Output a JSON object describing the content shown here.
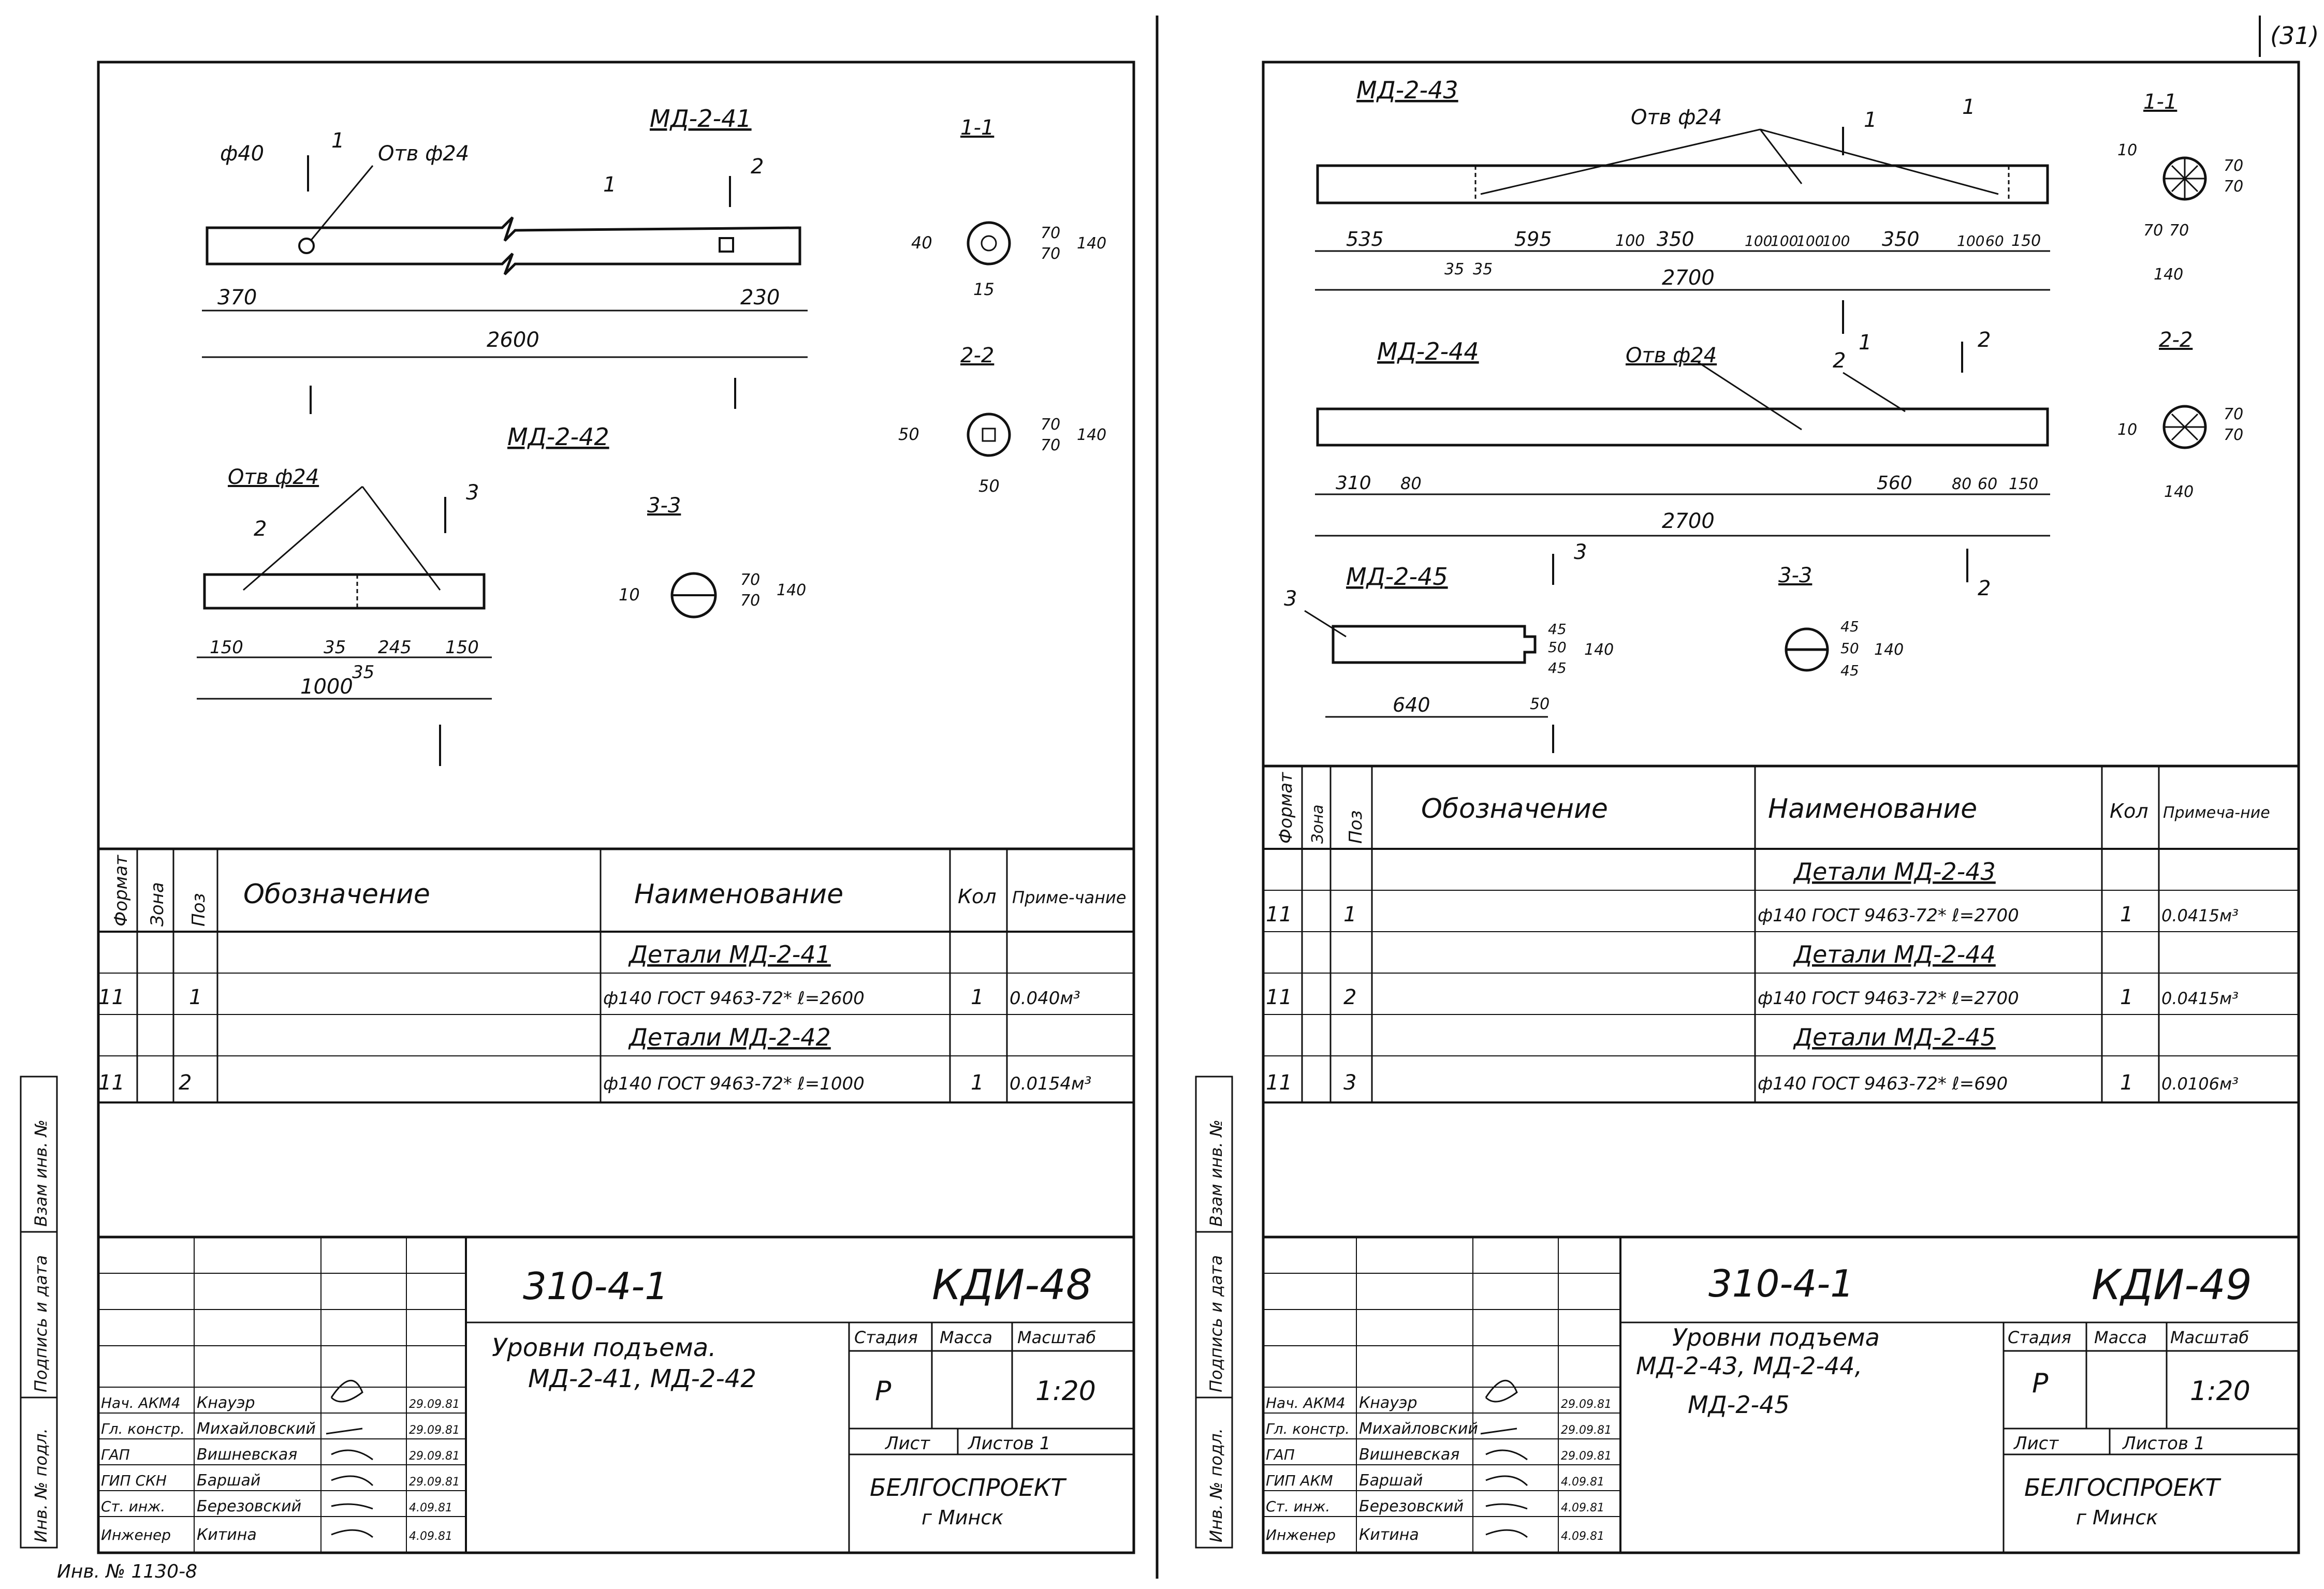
{
  "corner_number": "(31)",
  "inventory_note": "Инв. № 1130-8",
  "sheets": [
    {
      "id": "left",
      "drawings": {
        "md41": {
          "mark": "МД-2-41",
          "hole_diam": "ф40",
          "hole_label": "Отв ф24",
          "cut_1": "1",
          "cut_2": "2",
          "pos": "1",
          "dims": [
            "370",
            "230",
            "2600"
          ],
          "section_1": "1-1",
          "section_2": "2-2",
          "sec1_dims": [
            "40",
            "15",
            "70",
            "70",
            "140"
          ],
          "sec2_dims": [
            "50",
            "50",
            "70",
            "70",
            "140"
          ]
        },
        "md42": {
          "mark": "МД-2-42",
          "hole_label": "Отв ф24",
          "cut_3": "3",
          "pos": "2",
          "dims": [
            "150",
            "35",
            "245",
            "150",
            "35",
            "1000"
          ],
          "section_3": "3-3",
          "sec3_dims": [
            "10",
            "70",
            "70",
            "140"
          ]
        }
      },
      "spec": {
        "headers": {
          "format": "Формат",
          "zone": "Зона",
          "pos": "Поз",
          "designation": "Обозначение",
          "name": "Наименование",
          "qty": "Кол",
          "note": "Приме-чание"
        },
        "rows": [
          {
            "kind": "group",
            "name": "Детали МД-2-41"
          },
          {
            "kind": "item",
            "format": "11",
            "pos": "1",
            "name": "ф140 ГОСТ 9463-72* ℓ=2600",
            "qty": "1",
            "note": "0.040м³"
          },
          {
            "kind": "group",
            "name": "Детали МД-2-42"
          },
          {
            "kind": "item",
            "format": "11",
            "pos": "2",
            "name": "ф140 ГОСТ 9463-72* ℓ=1000",
            "qty": "1",
            "note": "0.0154м³"
          }
        ]
      },
      "side_labels": [
        "Взам инв. №",
        "Подпись и дата",
        "Инв. № подл."
      ],
      "title_block": {
        "doc_code": "310-4-1",
        "sheet_code": "КДИ-48",
        "title": [
          "Уровни подъема.",
          "МД-2-41, МД-2-42"
        ],
        "stage_label": "Стадия",
        "mass_label": "Масса",
        "scale_label": "Масштаб",
        "stage": "Р",
        "scale": "1:20",
        "sheet_label": "Лист",
        "sheets_label": "Листов 1",
        "org": "БЕЛГОСПРОЕКТ",
        "city": "г Минск",
        "staff": [
          {
            "role": "Нач. АКМ4",
            "name": "Кнауэр",
            "date": "29.09.81"
          },
          {
            "role": "Гл. констр.",
            "name": "Михайловский",
            "date": "29.09.81"
          },
          {
            "role": "ГАП",
            "name": "Вишневская",
            "date": "29.09.81"
          },
          {
            "role": "ГИП СКН",
            "name": "Баршай",
            "date": "29.09.81"
          },
          {
            "role": "Ст. инж.",
            "name": "Березовский",
            "date": "4.09.81"
          },
          {
            "role": "Инженер",
            "name": "Китина",
            "date": "4.09.81"
          }
        ]
      }
    },
    {
      "id": "right",
      "drawings": {
        "md43": {
          "mark": "МД-2-43",
          "hole_label": "Отв ф24",
          "cut_1": "1",
          "pos": "1",
          "dims": [
            "535",
            "595",
            "100",
            "350",
            "100",
            "100",
            "100",
            "100",
            "350",
            "100",
            "60",
            "150",
            "35",
            "35",
            "2700"
          ],
          "section_1": "1-1",
          "sec1_dims": [
            "10",
            "70",
            "70",
            "70",
            "70",
            "140"
          ]
        },
        "md44": {
          "mark": "МД-2-44",
          "hole_label": "Отв ф24",
          "cut_1": "1",
          "cut_2": "2",
          "pos": "2",
          "dims": [
            "310",
            "80",
            "560",
            "80",
            "60",
            "150",
            "2700"
          ],
          "section_2": "2-2",
          "sec2_dims": [
            "10",
            "70",
            "70",
            "140"
          ]
        },
        "md45": {
          "mark": "МД-2-45",
          "cut_3": "3",
          "pos": "3",
          "dims": [
            "640",
            "50",
            "45",
            "50",
            "45",
            "140"
          ],
          "section_3": "3-3",
          "sec3_dims": [
            "45",
            "50",
            "45",
            "140"
          ],
          "cut_2": "2"
        }
      },
      "spec": {
        "headers": {
          "format": "Формат",
          "zone": "Зона",
          "pos": "Поз",
          "designation": "Обозначение",
          "name": "Наименование",
          "qty": "Кол",
          "note": "Примеча-ние"
        },
        "rows": [
          {
            "kind": "group",
            "name": "Детали МД-2-43"
          },
          {
            "kind": "item",
            "format": "11",
            "pos": "1",
            "name": "ф140 ГОСТ 9463-72* ℓ=2700",
            "qty": "1",
            "note": "0.0415м³"
          },
          {
            "kind": "group",
            "name": "Детали МД-2-44"
          },
          {
            "kind": "item",
            "format": "11",
            "pos": "2",
            "name": "ф140 ГОСТ 9463-72* ℓ=2700",
            "qty": "1",
            "note": "0.0415м³"
          },
          {
            "kind": "group",
            "name": "Детали МД-2-45"
          },
          {
            "kind": "item",
            "format": "11",
            "pos": "3",
            "name": "ф140 ГОСТ 9463-72* ℓ=690",
            "qty": "1",
            "note": "0.0106м³"
          }
        ]
      },
      "side_labels": [
        "Взам инв. №",
        "Подпись и дата",
        "Инв. № подл."
      ],
      "title_block": {
        "doc_code": "310-4-1",
        "sheet_code": "КДИ-49",
        "title": [
          "Уровни подъема",
          "МД-2-43, МД-2-44,",
          "МД-2-45"
        ],
        "stage_label": "Стадия",
        "mass_label": "Масса",
        "scale_label": "Масштаб",
        "stage": "Р",
        "scale": "1:20",
        "sheet_label": "Лист",
        "sheets_label": "Листов 1",
        "org": "БЕЛГОСПРОЕКТ",
        "city": "г Минск",
        "staff": [
          {
            "role": "Нач. АКМ4",
            "name": "Кнауэр",
            "date": "29.09.81"
          },
          {
            "role": "Гл. констр.",
            "name": "Михайловский",
            "date": "29.09.81"
          },
          {
            "role": "ГАП",
            "name": "Вишневская",
            "date": "29.09.81"
          },
          {
            "role": "ГИП АКМ",
            "name": "Баршай",
            "date": "4.09.81"
          },
          {
            "role": "Ст. инж.",
            "name": "Березовский",
            "date": "4.09.81"
          },
          {
            "role": "Инженер",
            "name": "Китина",
            "date": "4.09.81"
          }
        ]
      }
    }
  ]
}
